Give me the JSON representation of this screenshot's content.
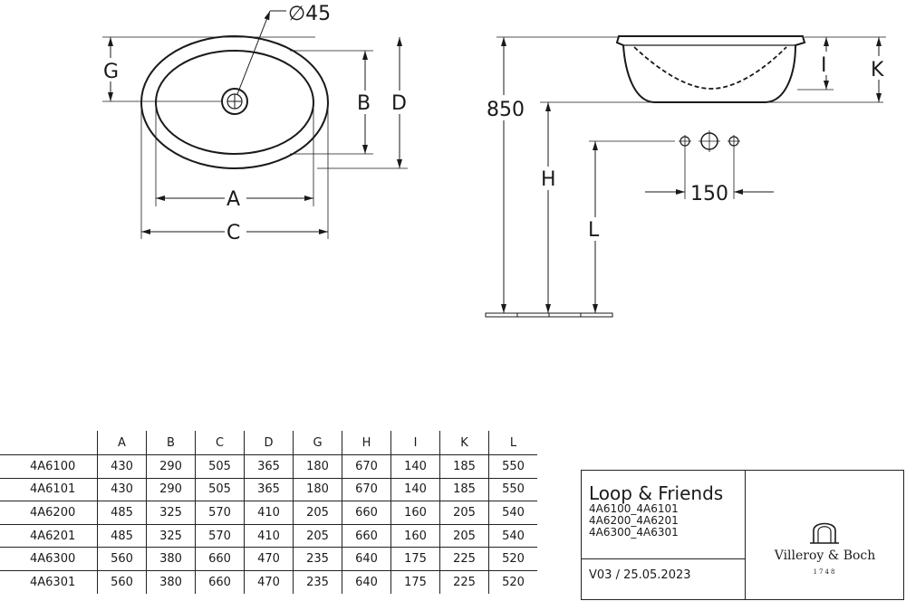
{
  "dimensions": {
    "drain_diameter": "∅45",
    "label_a": "A",
    "label_b": "B",
    "label_c": "C",
    "label_d": "D",
    "label_g": "G",
    "label_h": "H",
    "label_i": "I",
    "label_k": "K",
    "label_l": "L",
    "height_850": "850",
    "tap_spacing": "150"
  },
  "table": {
    "headers": [
      "A",
      "B",
      "C",
      "D",
      "G",
      "H",
      "I",
      "K",
      "L"
    ],
    "rows": [
      {
        "model": "4A6100",
        "values": [
          "430",
          "290",
          "505",
          "365",
          "180",
          "670",
          "140",
          "185",
          "550"
        ]
      },
      {
        "model": "4A6101",
        "values": [
          "430",
          "290",
          "505",
          "365",
          "180",
          "670",
          "140",
          "185",
          "550"
        ]
      },
      {
        "model": "4A6200",
        "values": [
          "485",
          "325",
          "570",
          "410",
          "205",
          "660",
          "160",
          "205",
          "540"
        ]
      },
      {
        "model": "4A6201",
        "values": [
          "485",
          "325",
          "570",
          "410",
          "205",
          "660",
          "160",
          "205",
          "540"
        ]
      },
      {
        "model": "4A6300",
        "values": [
          "560",
          "380",
          "660",
          "470",
          "235",
          "640",
          "175",
          "225",
          "520"
        ]
      },
      {
        "model": "4A6301",
        "values": [
          "560",
          "380",
          "660",
          "470",
          "235",
          "640",
          "175",
          "225",
          "520"
        ]
      }
    ]
  },
  "title_block": {
    "title": "Loop & Friends",
    "models": [
      "4A6100_4A6101",
      "4A6200_4A6201",
      "4A6300_4A6301"
    ],
    "version": "V03 / 25.05.2023",
    "brand": "Villeroy & Boch",
    "brand_year": "1748"
  }
}
